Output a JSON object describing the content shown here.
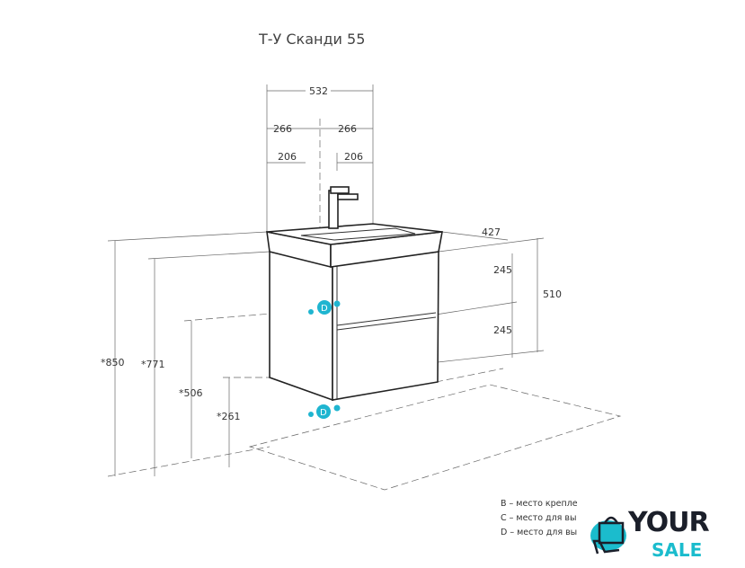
{
  "title": "Т-У Сканди 55",
  "dimensions": {
    "width_total": "532",
    "half_left": "266",
    "half_right": "266",
    "offset_left": "206",
    "offset_right": "206",
    "depth": "427",
    "height_cabinet": "510",
    "drawer_top": "245",
    "drawer_bottom": "245",
    "h850": "*850",
    "h771": "*771",
    "h506": "*506",
    "h261": "*261"
  },
  "markers": {
    "big": "D",
    "color": "#1fb5d0"
  },
  "legend": [
    "B – место крепле",
    "C – место для вы",
    "D – место для вы"
  ],
  "logo": {
    "line1": "YOUR",
    "line2": "SALE"
  }
}
